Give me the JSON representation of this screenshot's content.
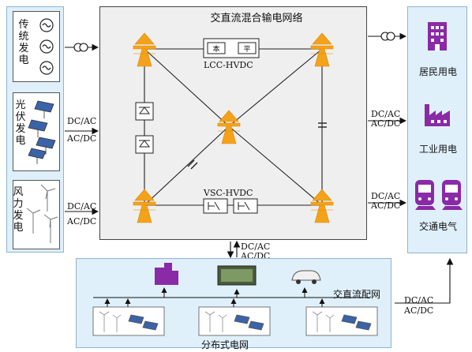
{
  "grid": {
    "title": "交直流混合输电网络",
    "lcc_label": "LCC-HVDC",
    "vsc_label": "VSC-HVDC"
  },
  "sources": {
    "traditional": "传统发电",
    "solar": "光伏发电",
    "wind": "风力发电"
  },
  "loads": {
    "residential": "居民用电",
    "industrial": "工业用电",
    "transport": "交通电气"
  },
  "distribution": {
    "title": "分布式电网",
    "network": "交直流配网"
  },
  "converters": {
    "solar_left": [
      "DC/AC",
      "AC/DC"
    ],
    "wind_left": [
      "DC/AC",
      "AC/DC"
    ],
    "right_top": [
      "DC/AC",
      "AC/DC"
    ],
    "right_bottom": [
      "DC/AC",
      "AC/DC"
    ],
    "center_bottom": [
      "DC/AC",
      "AC/DC"
    ],
    "dist_right": [
      "DC/AC",
      "AC/DC"
    ]
  },
  "colors": {
    "tower": "#f5a21b",
    "load": "#8a2aa6",
    "panel": "#dff0fb",
    "grid": "#efefef"
  }
}
